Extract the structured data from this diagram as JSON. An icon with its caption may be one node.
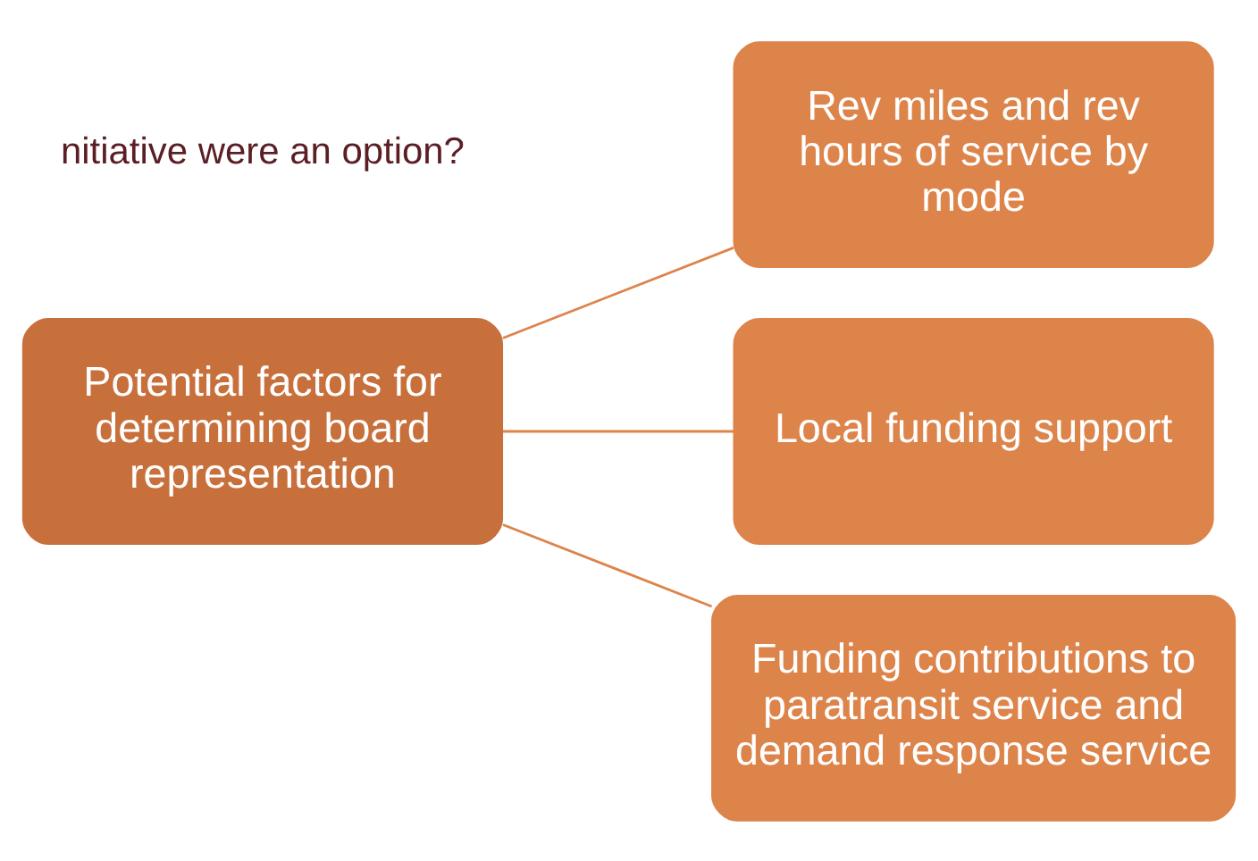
{
  "diagram": {
    "nodes": [
      {
        "text": [
          "Potential factors for determining board representation"
        ]
      },
      {
        "text": [
          "Rev miles and rev hours of service by mode"
        ]
      },
      {
        "text": [
          "Local funding support"
        ]
      },
      {
        "text": [
          "Funding contributions to paratransit service and demand response service"
        ]
      }
    ],
    "edges": [
      {
        "from": 0,
        "to": 1,
        "arrow": "none"
      },
      {
        "from": 0,
        "to": 2,
        "arrow": "none"
      },
      {
        "from": 0,
        "to": 3,
        "arrow": "none"
      }
    ],
    "labels": [
      "nitiative were an option?"
    ]
  }
}
